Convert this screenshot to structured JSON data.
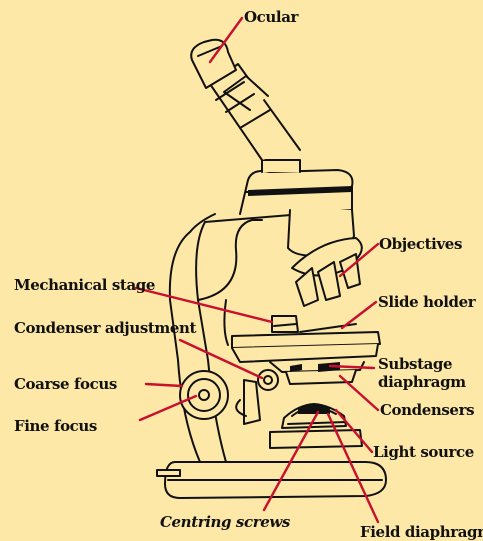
{
  "colors": {
    "background": "#fde8a8",
    "outline": "#111111",
    "leader": "#c8102e"
  },
  "labels": {
    "ocular": "Ocular",
    "objectives": "Objectives",
    "mechanical_stage": "Mechanical stage",
    "slide_holder": "Slide holder",
    "condenser_adjustment": "Condenser adjustment",
    "substage_diaphragm_1": "Substage",
    "substage_diaphragm_2": "diaphragm",
    "coarse_focus": "Coarse focus",
    "condensers": "Condensers",
    "fine_focus": "Fine focus",
    "light_source": "Light source",
    "centring_screws": "Centring screws",
    "field_diaphragm": "Field diaphragm"
  }
}
